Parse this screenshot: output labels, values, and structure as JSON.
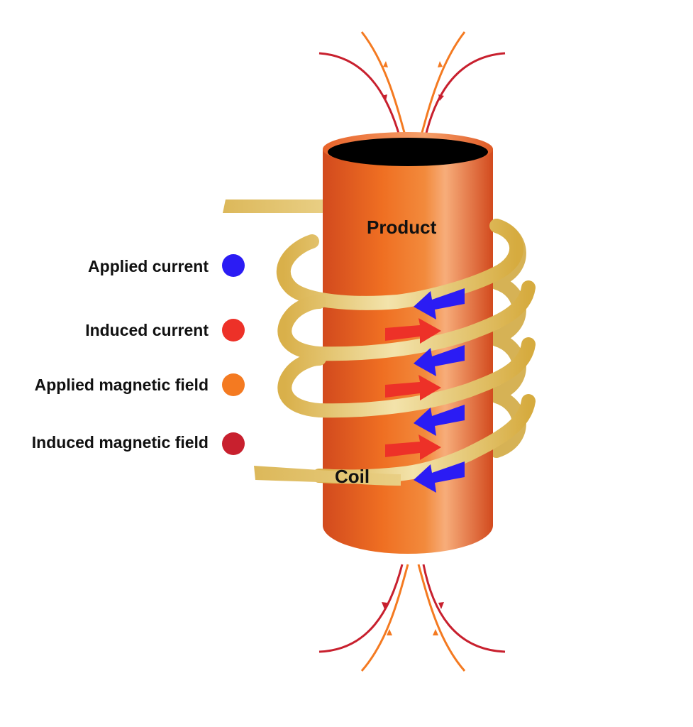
{
  "labels": {
    "product": "Product",
    "coil": "Coil"
  },
  "legend": [
    {
      "label": "Applied current",
      "color": "#2b1cf4"
    },
    {
      "label": "Induced current",
      "color": "#ed3128"
    },
    {
      "label": "Applied magnetic field",
      "color": "#f47a21"
    },
    {
      "label": "Induced magnetic field",
      "color": "#c8202e"
    }
  ],
  "colors": {
    "cylinder_dark": "#d24a1e",
    "cylinder_mid": "#f17a22",
    "cylinder_light": "#f6a977",
    "coil_dark": "#d4a93f",
    "coil_light": "#f1dfa4",
    "opening": "#000000",
    "applied_current": "#2b1cf4",
    "induced_current": "#ed3128",
    "applied_field": "#f47a21",
    "induced_field": "#c8202e"
  }
}
